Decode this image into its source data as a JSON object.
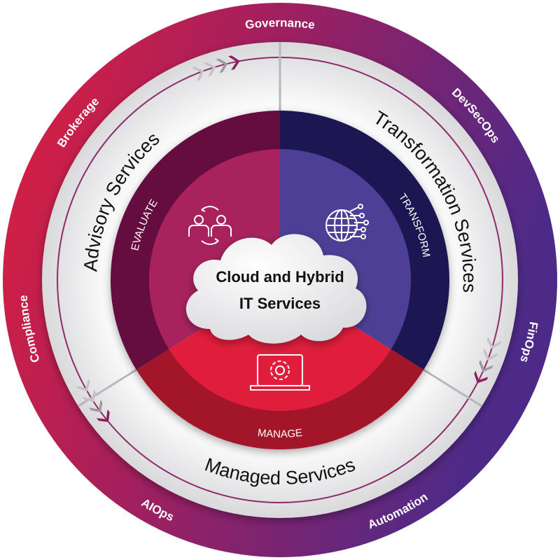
{
  "center": {
    "line1": "Cloud and Hybrid",
    "line2": "IT Services"
  },
  "outer_labels": {
    "governance": "Governance",
    "devsecops": "DevSecOps",
    "finops": "FinOps",
    "automation": "Automation",
    "aiops": "AIOps",
    "compliance": "Compliance",
    "brokerage": "Brokerage"
  },
  "services": {
    "advisory": "Advisory Services",
    "transformation": "Transformation Services",
    "managed": "Managed Services"
  },
  "phases": {
    "evaluate": "EVALUATE",
    "transform": "TRANSFORM",
    "manage": "MANAGE"
  },
  "colors": {
    "outer_red": "#d81c3f",
    "outer_purple": "#5a2a86",
    "evaluate": "#a8235e",
    "transform": "#4e3f96",
    "manage": "#e01e3c",
    "evaluate_dark": "#661040",
    "transform_dark": "#1d1852",
    "manage_dark": "#a3142c"
  }
}
